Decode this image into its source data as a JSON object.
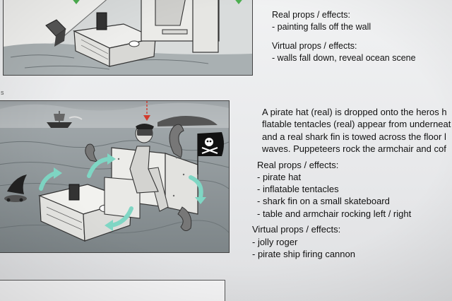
{
  "panel_top": {
    "real_props_heading": "Real props / effects:",
    "real_props_items": [
      "- painting falls off the wall"
    ],
    "virtual_props_heading": "Virtual props / effects:",
    "virtual_props_items": [
      "- walls fall down, reveal ocean scene"
    ]
  },
  "panel_middle": {
    "margin_mark": "s",
    "description_lines": [
      "A pirate hat (real) is dropped onto the heros h",
      "flatable tentacles (real) appear from underneat",
      "and a real shark fin is towed across the floor l",
      "waves. Puppeteers rock the armchair and cof"
    ],
    "real_props_heading": "Real props / effects:",
    "real_props_items": [
      "- pirate hat",
      "- inflatable tentacles",
      "- shark fin on a small skateboard",
      "- table and armchair rocking left / right"
    ],
    "virtual_props_heading": "Virtual props / effects:",
    "virtual_props_items": [
      "- jolly roger",
      "- pirate ship firing cannon"
    ]
  },
  "colors": {
    "page": "#eceeef",
    "ink": "#111111",
    "sketch_sea": "#8c9497",
    "arrow_teal": "#7fd6c4",
    "drop_arrow_red": "#d23b2c",
    "diamond_green": "#4caf50"
  },
  "icons": [
    "skull-crossbones-flag-icon",
    "curved-arrow-icon",
    "drop-arrow-icon",
    "diamond-marker-icon"
  ]
}
